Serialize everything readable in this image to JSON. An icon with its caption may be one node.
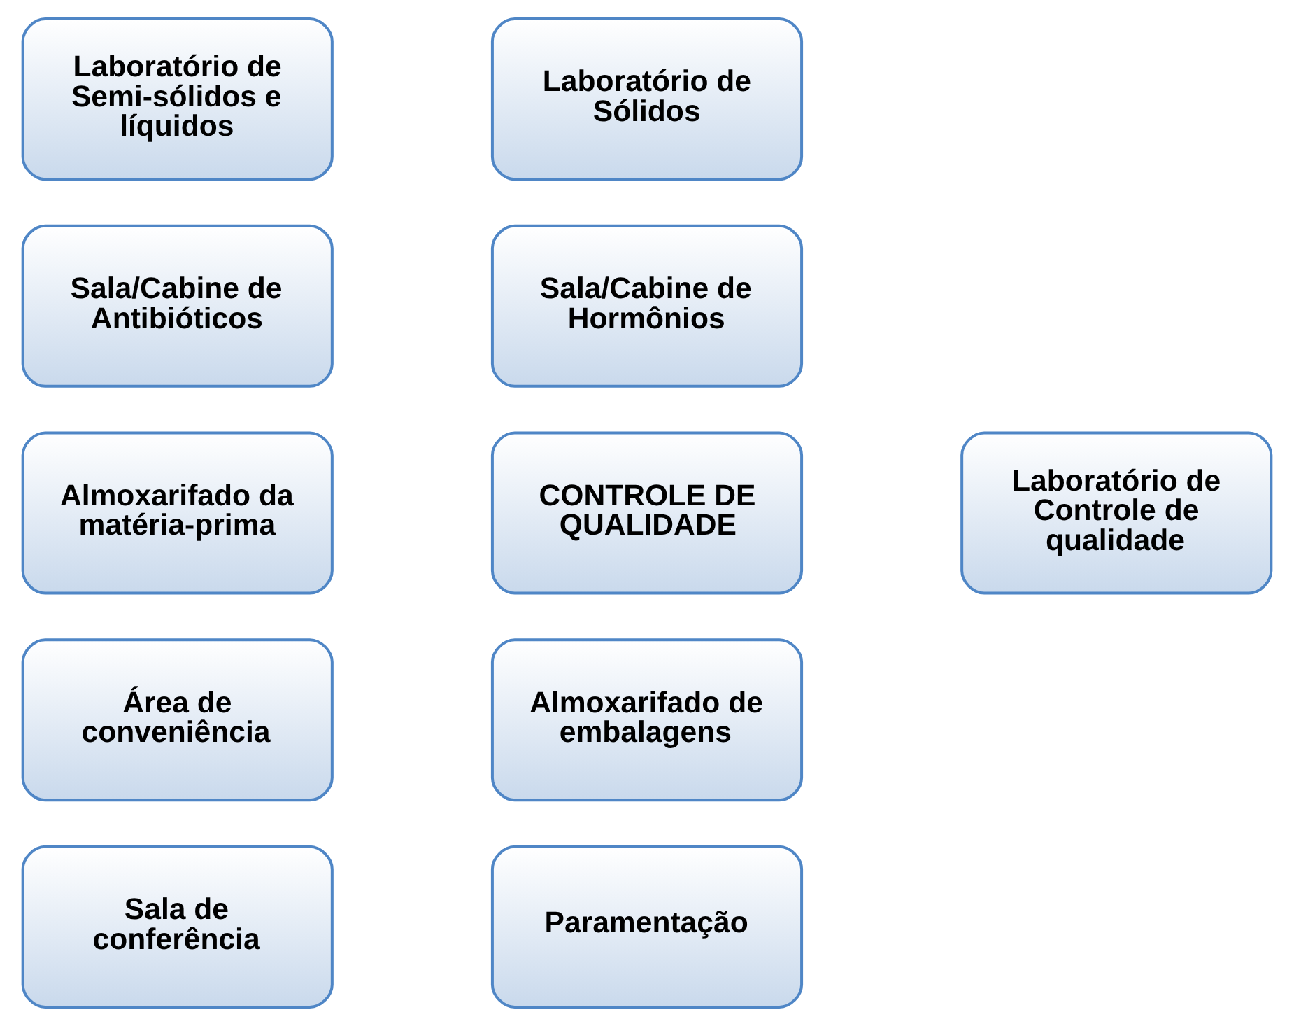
{
  "diagram": {
    "nodes": [
      {
        "text": [
          "Laboratório de Semi-sólidos e líquidos"
        ]
      },
      {
        "text": [
          "Laboratório de Sólidos"
        ]
      },
      {
        "text": [
          "Sala/Cabine de Antibióticos"
        ]
      },
      {
        "text": [
          "Sala/Cabine de Hormônios"
        ]
      },
      {
        "text": [
          "Almoxarifado da matéria-prima"
        ]
      },
      {
        "text": [
          "CONTROLE DE QUALIDADE"
        ]
      },
      {
        "text": [
          "Laboratório de Controle de qualidade"
        ]
      },
      {
        "text": [
          "Área de conveniência"
        ]
      },
      {
        "text": [
          "Almoxarifado de embalagens"
        ]
      },
      {
        "text": [
          "Sala de conferência"
        ]
      },
      {
        "text": [
          "Paramentação"
        ]
      }
    ]
  }
}
